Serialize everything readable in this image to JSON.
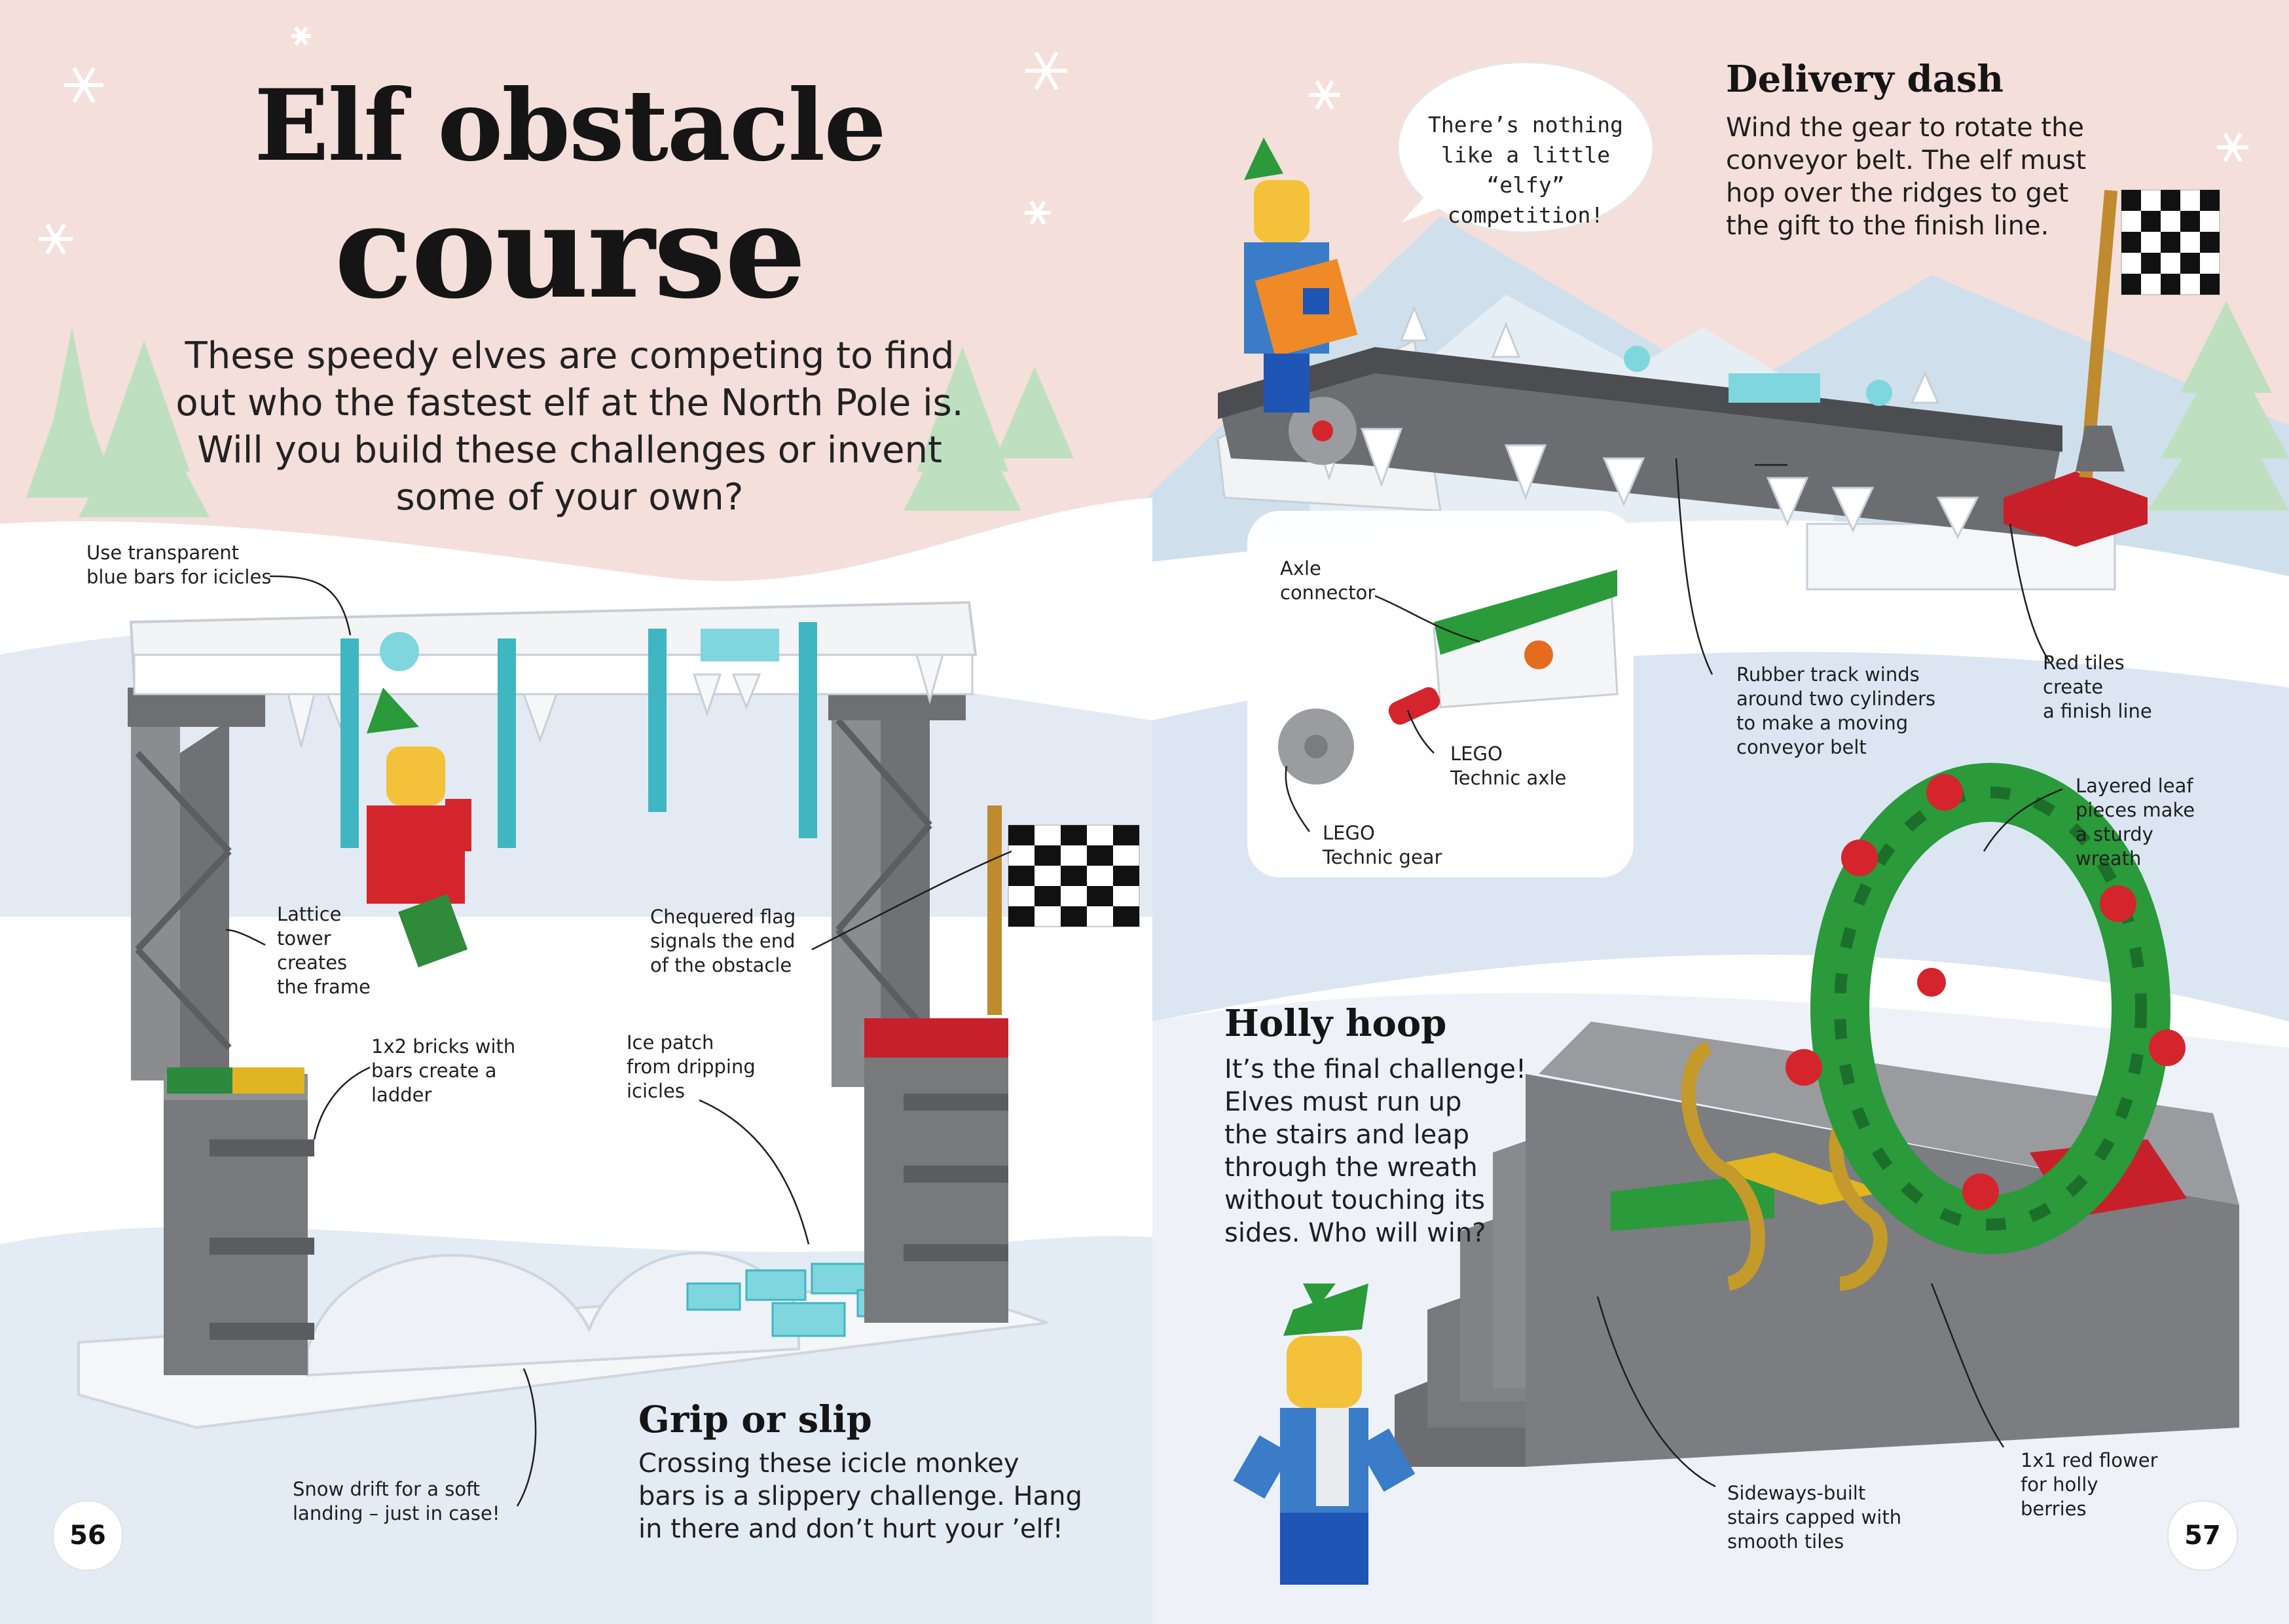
{
  "colors": {
    "sky": "#f5dfda",
    "snow": "#ffffff",
    "snow_shadow": "#dfe6f1",
    "tree": "#bfe0c0",
    "mountain": "#c9dbe9",
    "brick_grey": "#7b7d80",
    "lego_green": "#1d8a35",
    "lego_red": "#c8202a",
    "ice_blue": "#3fb6c2"
  },
  "title": {
    "line1": "Elf obstacle",
    "line2": "course"
  },
  "intro": {
    "line1": "These speedy elves are competing to find",
    "line2": "out who the fastest elf at the North Pole is.",
    "line3": "Will you build these challenges or invent",
    "line4": "some of your own?"
  },
  "speech_bubble": {
    "line1": "There’s nothing",
    "line2": "like a little “elfy”",
    "line3": "competition!"
  },
  "delivery_dash": {
    "heading": "Delivery dash",
    "line1": "Wind the gear to rotate the",
    "line2": "conveyor belt. The elf must",
    "line3": "hop over the ridges to get",
    "line4": "the gift to the finish line."
  },
  "grip_or_slip": {
    "heading": "Grip or slip",
    "line1": "Crossing these icicle monkey",
    "line2": "bars is a slippery challenge. Hang",
    "line3": "in there and don’t hurt your ’elf!"
  },
  "holly_hoop": {
    "heading": "Holly hoop",
    "line1": "It’s the final challenge!",
    "line2": "Elves must run up",
    "line3": "the stairs and leap",
    "line4": "through the wreath",
    "line5": "without touching its",
    "line6": "sides. Who will win?"
  },
  "annotations": {
    "icicles": {
      "line1": "Use transparent",
      "line2": "blue bars for icicles"
    },
    "lattice": {
      "line1": "Lattice",
      "line2": "tower",
      "line3": "creates",
      "line4": "the frame"
    },
    "ladder": {
      "line1": "1x2 bricks with",
      "line2": "bars create a",
      "line3": "ladder"
    },
    "flag": {
      "line1": "Chequered flag",
      "line2": "signals the end",
      "line3": "of the obstacle"
    },
    "ice_patch": {
      "line1": "Ice patch",
      "line2": "from dripping",
      "line3": "icicles"
    },
    "snow_drift": {
      "line1": "Snow drift for a soft",
      "line2": "landing – just in case!"
    },
    "axle_connector": {
      "line1": "Axle",
      "line2": "connector"
    },
    "technic_axle": {
      "line1": "LEGO",
      "line2": "Technic axle"
    },
    "technic_gear": {
      "line1": "LEGO",
      "line2": "Technic gear"
    },
    "rubber_track": {
      "line1": "Rubber track winds",
      "line2": "around two cylinders",
      "line3": "to make a moving",
      "line4": "conveyor belt"
    },
    "red_tiles": {
      "line1": "Red tiles",
      "line2": "create",
      "line3": "a finish line"
    },
    "leaf_pieces": {
      "line1": "Layered leaf",
      "line2": "pieces make",
      "line3": "a sturdy",
      "line4": "wreath"
    },
    "stairs": {
      "line1": "Sideways-built",
      "line2": "stairs capped with",
      "line3": "smooth tiles"
    },
    "red_flower": {
      "line1": "1x1 red flower",
      "line2": "for holly",
      "line3": "berries"
    }
  },
  "page_numbers": {
    "left": "56",
    "right": "57"
  }
}
